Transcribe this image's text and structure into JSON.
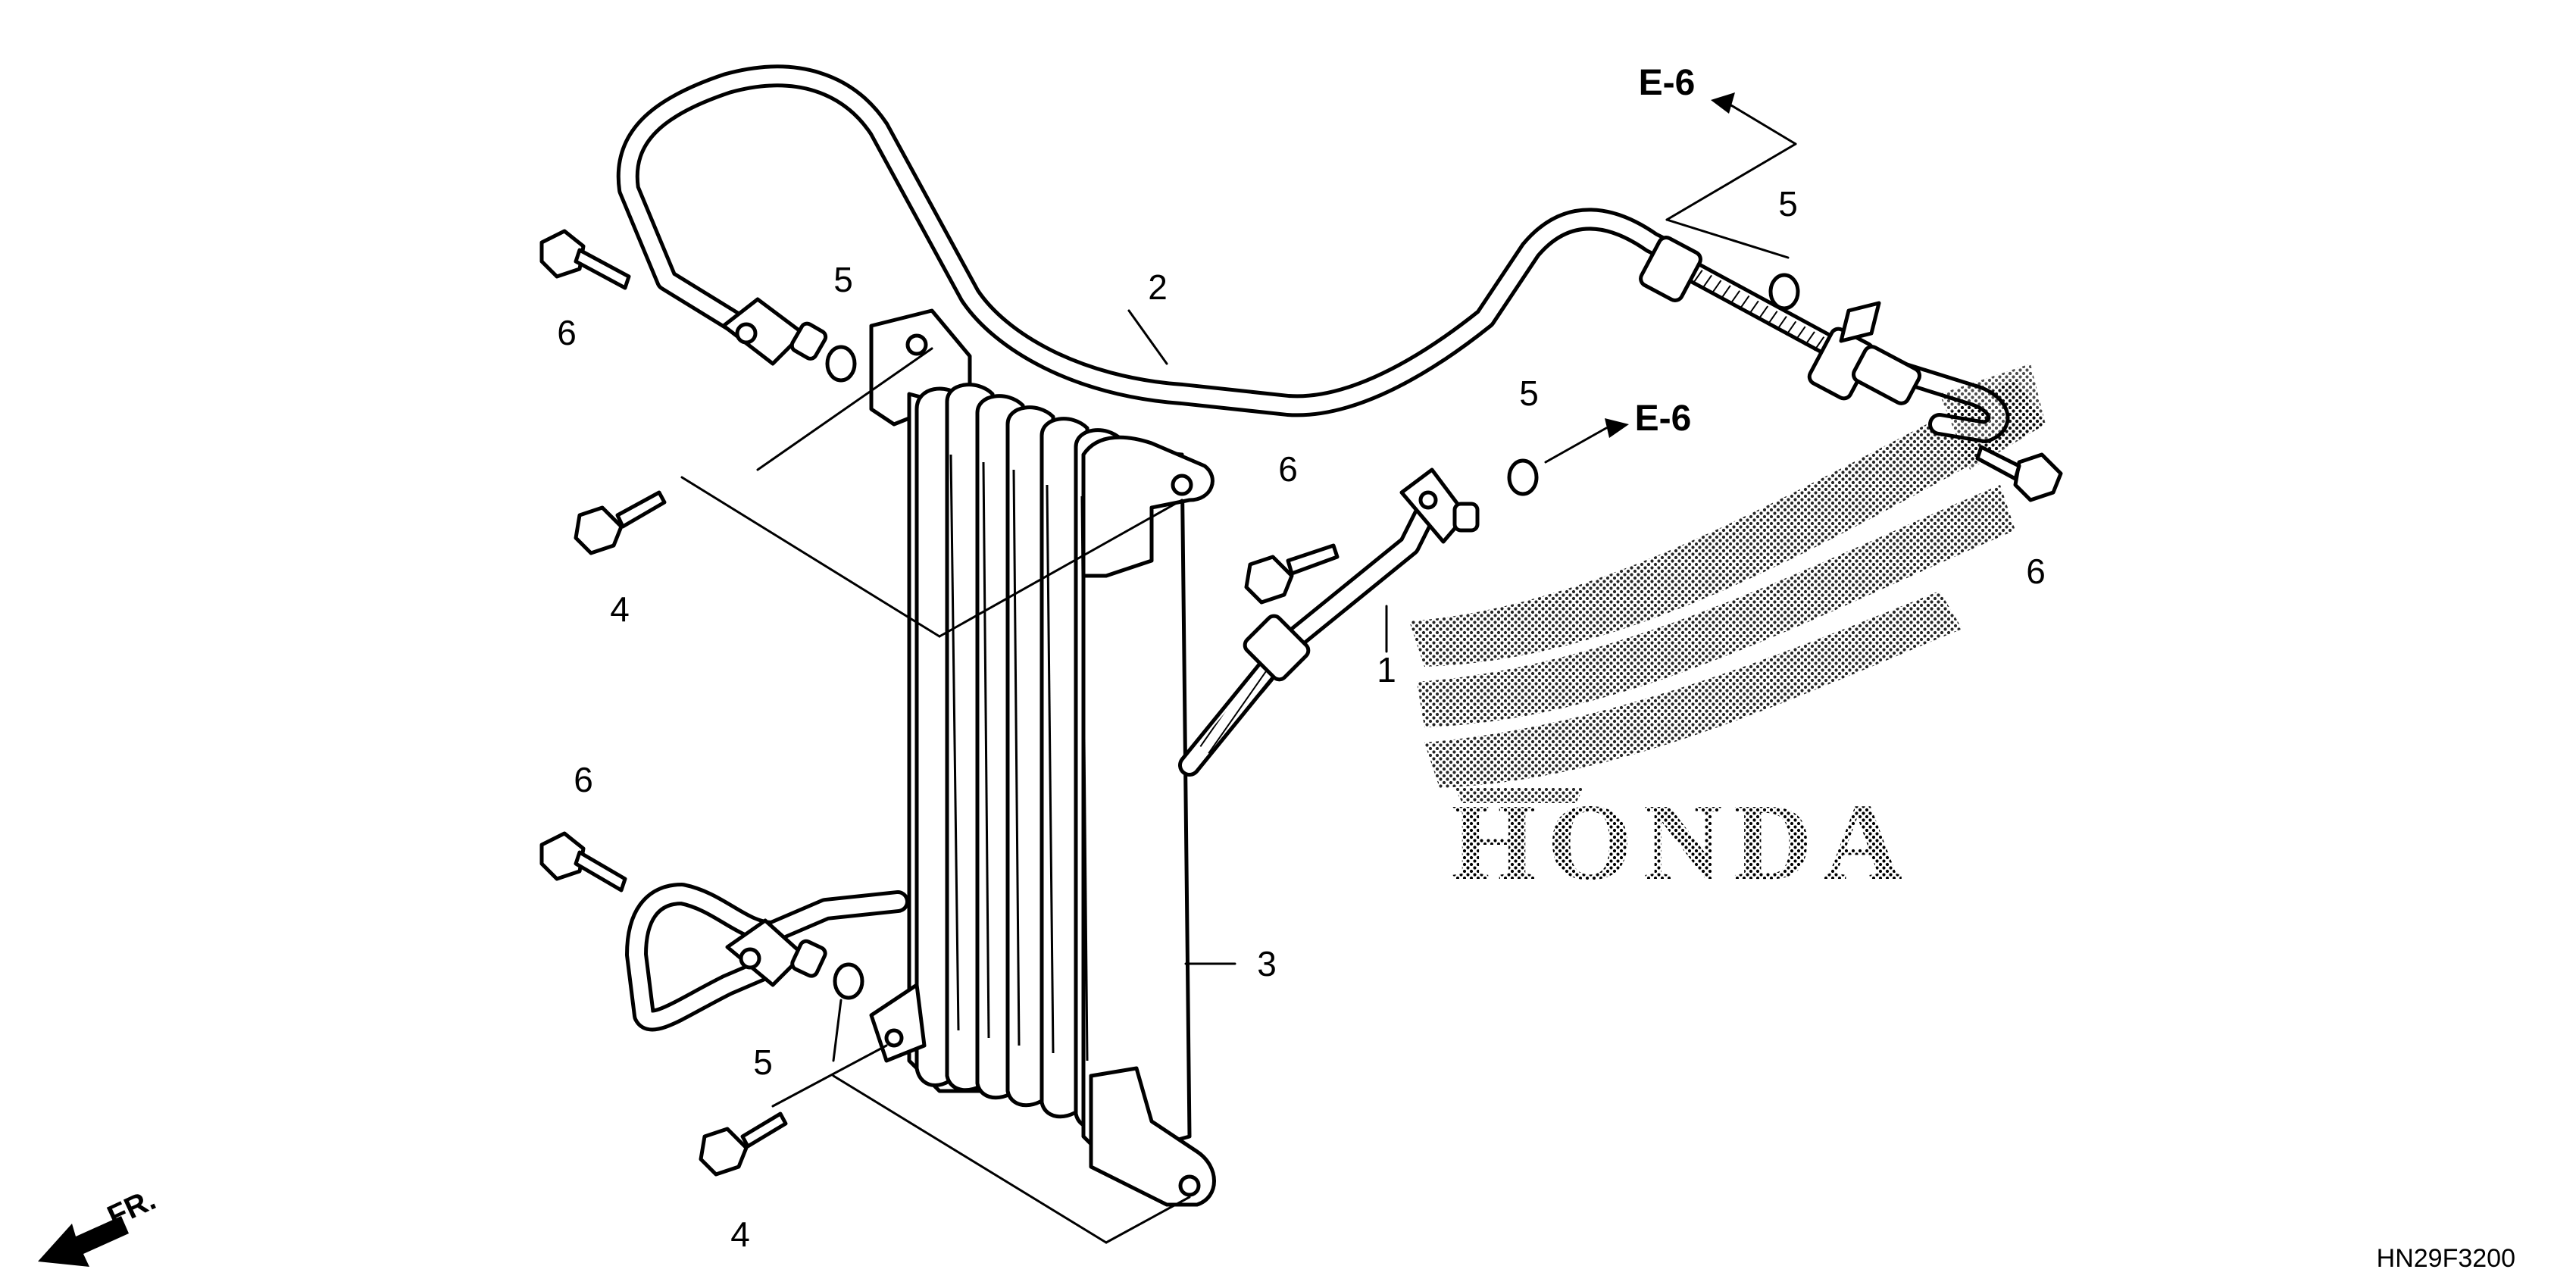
{
  "callouts": {
    "part_1": "1",
    "part_2": "2",
    "part_3": "3",
    "part_4_upper": "4",
    "part_4_lower": "4",
    "part_5_upper_left": "5",
    "part_5_upper_right": "5",
    "part_5_middle": "5",
    "part_5_lower": "5",
    "part_6_upper_left": "6",
    "part_6_right": "6",
    "part_6_middle": "6",
    "part_6_lower_left": "6"
  },
  "references": {
    "upper": "E-6",
    "middle": "E-6"
  },
  "direction": {
    "label": "FR."
  },
  "watermark": {
    "text": "HONDA"
  },
  "diagram_code": "HN29F3200"
}
